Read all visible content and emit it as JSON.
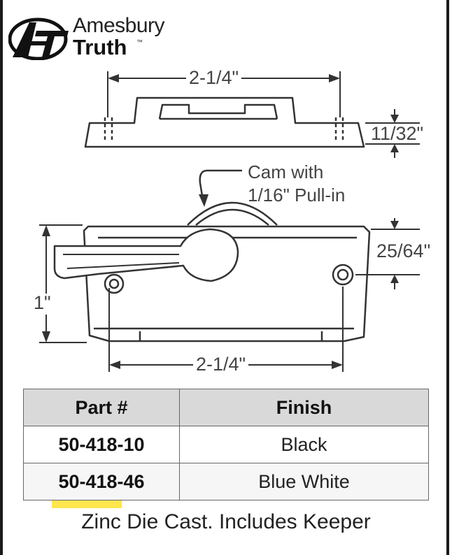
{
  "brand": {
    "name_top": "Amesbury",
    "name_bottom": "Truth",
    "trademark": "™"
  },
  "dimensions": {
    "keeper_width": "2-1/4\"",
    "keeper_height": "11/32\"",
    "lock_height": "1\"",
    "hole_offset": "25/64\"",
    "lock_width": "2-1/4\""
  },
  "callout": {
    "line1": "Cam with",
    "line2": "1/16\" Pull-in"
  },
  "table": {
    "headers": [
      "Part #",
      "Finish"
    ],
    "rows": [
      [
        "50-418-10",
        "Black"
      ],
      [
        "50-418-46",
        "Blue White"
      ]
    ]
  },
  "footer": "Zinc Die Cast. Includes Keeper",
  "colors": {
    "highlight": "#ffe64d",
    "header_bg": "#d9d9d9",
    "line": "#333333"
  }
}
